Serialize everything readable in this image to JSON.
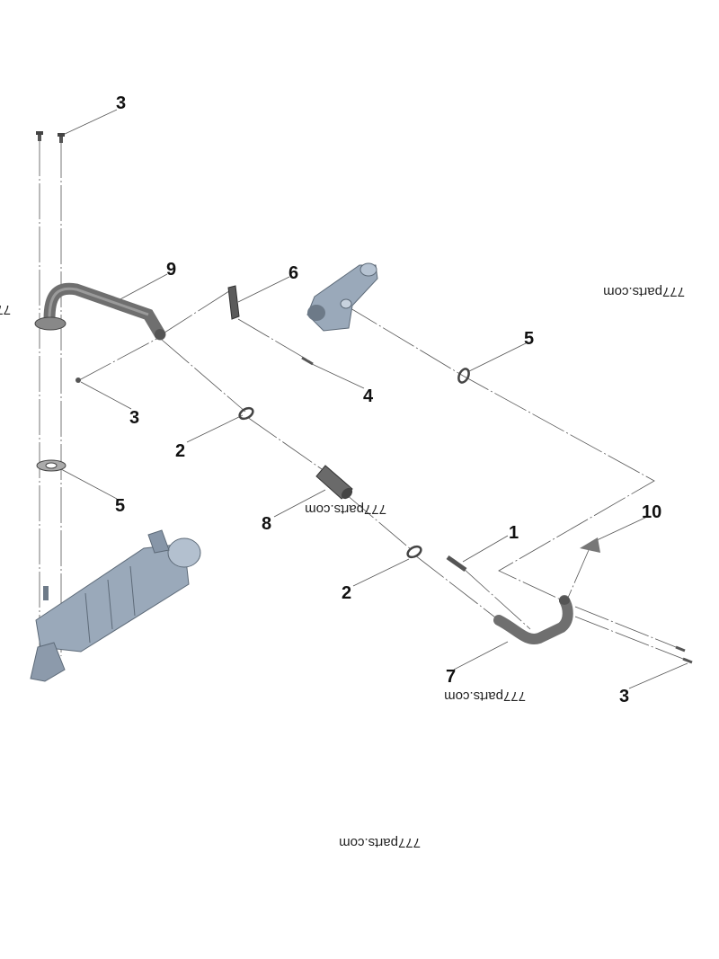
{
  "diagram": {
    "callouts": [
      "3",
      "9",
      "6",
      "5",
      "4",
      "3",
      "2",
      "5",
      "8",
      "1",
      "10",
      "2",
      "7",
      "3"
    ],
    "watermark": "777parts.com",
    "colors": {
      "pipe": "#6f6f6f",
      "casting": "#9aa9ba",
      "line": "#555555"
    }
  }
}
